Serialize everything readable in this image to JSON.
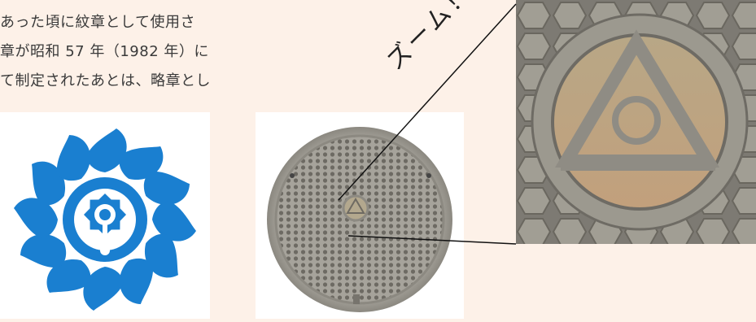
{
  "article": {
    "lines": [
      "あった頃に紋章として使用さ",
      "章が昭和 57 年（1982 年）に",
      "て制定されたあとは、略章とし"
    ]
  },
  "callout": {
    "label": "ズーム！"
  },
  "colors": {
    "emblem_blue": "#1a7fd0",
    "page_bg": "#fdf1e8",
    "manhole_metal": "#9a978f",
    "manhole_bronze": "#b9a17e"
  },
  "icons": {
    "emblem": "town-emblem-icon",
    "manhole": "manhole-cover-icon",
    "zoom": "manhole-triangle-emblem-icon"
  }
}
